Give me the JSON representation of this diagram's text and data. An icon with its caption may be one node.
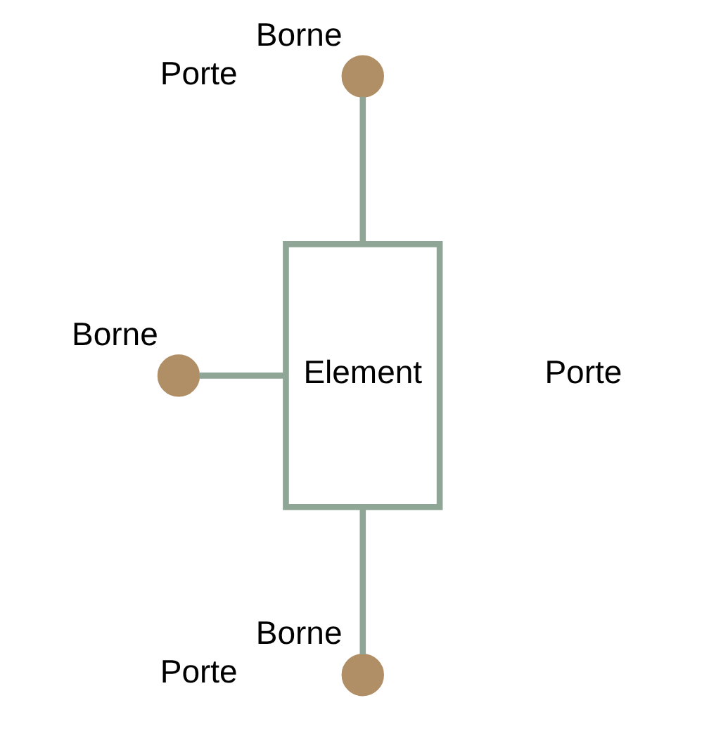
{
  "diagram": {
    "nodes": [
      {
        "text": [],
        "shape": "circle",
        "beside": [
          "Borne"
        ]
      },
      {
        "text": [],
        "shape": "circle",
        "beside": [
          "Borne"
        ]
      },
      {
        "text": [
          "Element"
        ]
      },
      {
        "text": [],
        "shape": "circle",
        "beside": [
          "Borne"
        ]
      }
    ],
    "edges": [
      {
        "from": 0,
        "to": 2,
        "arrow": "none"
      },
      {
        "from": 1,
        "to": 2,
        "arrow": "none"
      },
      {
        "from": 2,
        "to": 3,
        "arrow": "none"
      }
    ],
    "labels": [
      "Porte",
      "Porte",
      "Porte"
    ]
  }
}
